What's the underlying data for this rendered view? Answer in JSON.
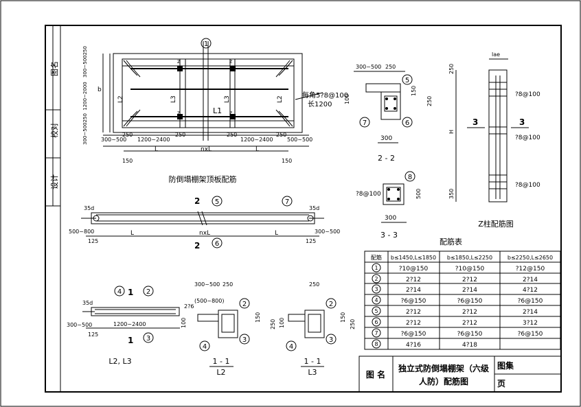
{
  "titleblock": {
    "side_labels": [
      "图名",
      "校对",
      "设计"
    ],
    "tu_ming": "图 名",
    "drawing_title_line1": "独立式防倒塌棚架（六级",
    "drawing_title_line2": "人防）配筋图",
    "tu_ji": "图集",
    "ye": "页"
  },
  "plan": {
    "caption": "防倒塌棚架顶板配筋",
    "beam_callout": "每角5?8@100",
    "beam_callout2": "长1200",
    "dims_bottom": [
      "300~500",
      "250",
      "1200~2400",
      "250",
      "250",
      "1200~2400",
      "250",
      "500~500"
    ],
    "span_labels": [
      "L",
      "nxL",
      "L"
    ],
    "small": [
      "150",
      "150"
    ],
    "left_dims": [
      "300~500250",
      "1200~2000",
      "300~500250"
    ],
    "b_label": "b",
    "l_labels": [
      "L2",
      "L3",
      "L1",
      "L3",
      "L2"
    ],
    "z_labels": [
      "z",
      "z",
      "z",
      "z"
    ]
  },
  "elevation": {
    "cut_label": "2",
    "left_dim": "35d",
    "right_dim": "35d",
    "left_bottom": "500~800",
    "right_bottom": "300~500",
    "small_left": "125",
    "small_right": "125",
    "span_l1": "L",
    "span_mid": "nxL",
    "span_l2": "L"
  },
  "sec22": {
    "dims_top": [
      "300~500",
      "250"
    ],
    "dims_right": [
      "150",
      "250"
    ],
    "dim_left": "100",
    "width": "300",
    "caption": "2 - 2"
  },
  "sec33": {
    "callout": "?8@100",
    "width": "300",
    "height": "500",
    "caption": "3 - 3"
  },
  "column": {
    "top_dim": "lae",
    "left_dims": [
      "250",
      "H",
      "350"
    ],
    "sec_label": "3",
    "rebar_labels": [
      "?8@100",
      "?8@100",
      "?8@100"
    ],
    "caption": "Z柱配筋图"
  },
  "table": {
    "title": "配筋表",
    "headers": [
      "配筋",
      "b≤1450,L≤1850",
      "b≤1850,L≤2250",
      "b≤2250,L≤2650"
    ],
    "rows": [
      {
        "id": "1",
        "c1": "?10@150",
        "c2": "?10@150",
        "c3": "?12@150"
      },
      {
        "id": "2",
        "c1": "2?12",
        "c2": "2?12",
        "c3": "2?14"
      },
      {
        "id": "3",
        "c1": "2?14",
        "c2": "2?14",
        "c3": "4?12"
      },
      {
        "id": "4",
        "c1": "?6@150",
        "c2": "?6@150",
        "c3": "?6@150"
      },
      {
        "id": "5",
        "c1": "2?12",
        "c2": "2?12",
        "c3": "2?14"
      },
      {
        "id": "6",
        "c1": "2?12",
        "c2": "2?12",
        "c3": "3?12"
      },
      {
        "id": "7",
        "c1": "?6@150",
        "c2": "?6@150",
        "c3": "?6@150"
      },
      {
        "id": "8",
        "c1": "4?16",
        "c2": "4?18",
        "c3": ""
      }
    ]
  },
  "beam_l2l3": {
    "dim_top": "35d",
    "dim_left": "300~500",
    "span": "1200~2400",
    "small": "125",
    "caption": "L2, L3",
    "cut": "1"
  },
  "sec11a": {
    "dims_top": [
      "300~500",
      "250"
    ],
    "paren": "(500~800)",
    "bar": "2?6",
    "left_dim": "100",
    "right_dims": [
      "150",
      "250"
    ],
    "caption_top": "1 - 1",
    "caption_bot": "L2"
  },
  "sec11b": {
    "dim_top": "250",
    "left_dim": "100",
    "right_dims": [
      "150",
      "250"
    ],
    "caption_top": "1 - 1",
    "caption_bot": "L3"
  }
}
